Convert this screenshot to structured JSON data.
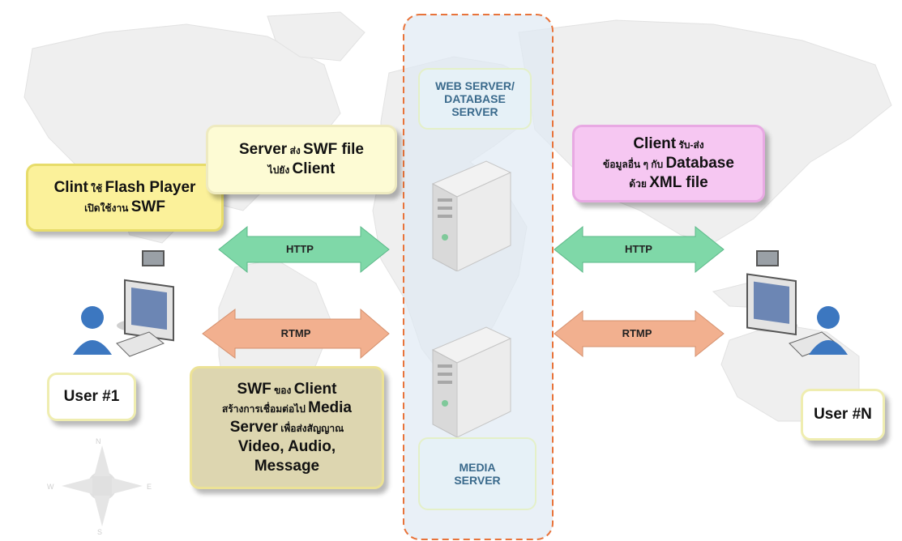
{
  "server_panel": {
    "web_label_lines": [
      "WEB SERVER/",
      "DATABASE",
      "SERVER"
    ],
    "media_label_lines": [
      "MEDIA",
      "SERVER"
    ]
  },
  "callouts": {
    "clint_flash": {
      "l1_bold": "Clint",
      "l1_small": " ใช้ ",
      "l1_bold2": "Flash Player",
      "l2_small": "เปิดใช้งาน ",
      "l2_bold": "SWF"
    },
    "server_send": {
      "l1_bold": "Server",
      "l1_small": " ส่ง  ",
      "l1_bold2": "SWF file",
      "l2_small": "ไปยัง ",
      "l2_bold": "Client"
    },
    "client_xml": {
      "l1_bold": "Client",
      "l1_small": " รับ-ส่ง",
      "l2_small": "ข้อมูลอื่น ๆ กับ ",
      "l2_bold": "Database",
      "l3_small": "ด้วย ",
      "l3_bold": "XML file"
    },
    "swf_media": {
      "l1_bold": "SWF",
      "l1_small": " ของ ",
      "l1_bold2": "Client",
      "l2_small": "สร้างการเชื่อมต่อไป ",
      "l2_bold": "Media",
      "l3_bold": "Server",
      "l3_small": " เพื่อส่งสัญญาณ",
      "l4_bold": "Video, Audio,",
      "l5_bold": "Message"
    }
  },
  "users": {
    "left": "User #1",
    "right": "User #N"
  },
  "arrows": {
    "http": "HTTP",
    "rtmp": "RTMP"
  },
  "compass": {
    "n": "N",
    "e": "E",
    "w": "W",
    "s": "S"
  },
  "colors": {
    "http_arrow": "#7fd8a8",
    "rtmp_arrow": "#f2b08f",
    "dashed_border": "#e8733a",
    "yellow_box": "#fbf19a",
    "pink_box": "#f6c7f2",
    "olive_box": "#ddd6b0"
  }
}
